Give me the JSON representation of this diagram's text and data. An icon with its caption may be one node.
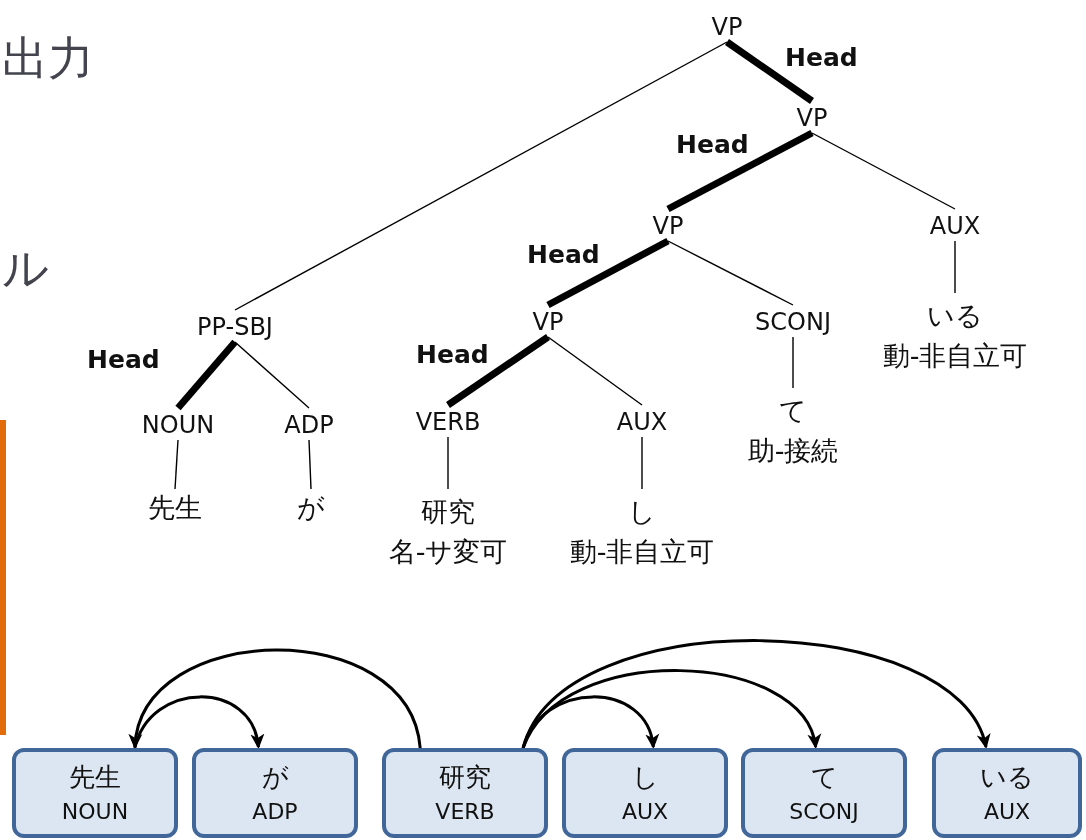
{
  "diagram": {
    "nodes": [
      {
        "text": [
          "VP"
        ]
      },
      {
        "text": [
          "VP"
        ]
      },
      {
        "text": [
          "VP"
        ]
      },
      {
        "text": [
          "AUX"
        ]
      },
      {
        "text": [
          "いる",
          "動-非自立可"
        ]
      },
      {
        "text": [
          "PP-SBJ"
        ]
      },
      {
        "text": [
          "VP"
        ]
      },
      {
        "text": [
          "SCONJ"
        ]
      },
      {
        "text": [
          "て",
          "助-接続"
        ]
      },
      {
        "text": [
          "NOUN"
        ]
      },
      {
        "text": [
          "ADP"
        ]
      },
      {
        "text": [
          "VERB"
        ]
      },
      {
        "text": [
          "AUX"
        ]
      },
      {
        "text": [
          "先生"
        ]
      },
      {
        "text": [
          "が"
        ]
      },
      {
        "text": [
          "研究",
          "名-サ変可"
        ]
      },
      {
        "text": [
          "し",
          "動-非自立可"
        ]
      },
      {
        "text": [
          "先生",
          "NOUN"
        ]
      },
      {
        "text": [
          "が",
          "ADP"
        ]
      },
      {
        "text": [
          "研究",
          "VERB"
        ]
      },
      {
        "text": [
          "し",
          "AUX"
        ]
      },
      {
        "text": [
          "て",
          "SCONJ"
        ]
      },
      {
        "text": [
          "いる",
          "AUX"
        ]
      }
    ],
    "edges": [
      {
        "from": 0,
        "to": 1,
        "arrow": "none",
        "label": "Head",
        "style": "thick"
      },
      {
        "from": 0,
        "to": 5,
        "arrow": "none"
      },
      {
        "from": 1,
        "to": 2,
        "arrow": "none",
        "label": "Head",
        "style": "thick"
      },
      {
        "from": 1,
        "to": 3,
        "arrow": "none"
      },
      {
        "from": 2,
        "to": 6,
        "arrow": "none",
        "label": "Head",
        "style": "thick"
      },
      {
        "from": 2,
        "to": 7,
        "arrow": "none"
      },
      {
        "from": 3,
        "to": 4,
        "arrow": "none"
      },
      {
        "from": 5,
        "to": 9,
        "arrow": "none",
        "label": "Head",
        "style": "thick"
      },
      {
        "from": 5,
        "to": 10,
        "arrow": "none"
      },
      {
        "from": 6,
        "to": 11,
        "arrow": "none",
        "label": "Head",
        "style": "thick"
      },
      {
        "from": 6,
        "to": 12,
        "arrow": "none"
      },
      {
        "from": 7,
        "to": 8,
        "arrow": "none"
      },
      {
        "from": 9,
        "to": 13,
        "arrow": "none"
      },
      {
        "from": 10,
        "to": 14,
        "arrow": "none"
      },
      {
        "from": 11,
        "to": 15,
        "arrow": "none"
      },
      {
        "from": 12,
        "to": 16,
        "arrow": "none"
      },
      {
        "from": 19,
        "to": 17,
        "arrow": "to"
      },
      {
        "from": 17,
        "to": 18,
        "arrow": "to"
      },
      {
        "from": 19,
        "to": 20,
        "arrow": "to"
      },
      {
        "from": 19,
        "to": 21,
        "arrow": "to"
      },
      {
        "from": 19,
        "to": 22,
        "arrow": "to"
      }
    ],
    "labels": [
      "出力",
      "ル"
    ]
  }
}
